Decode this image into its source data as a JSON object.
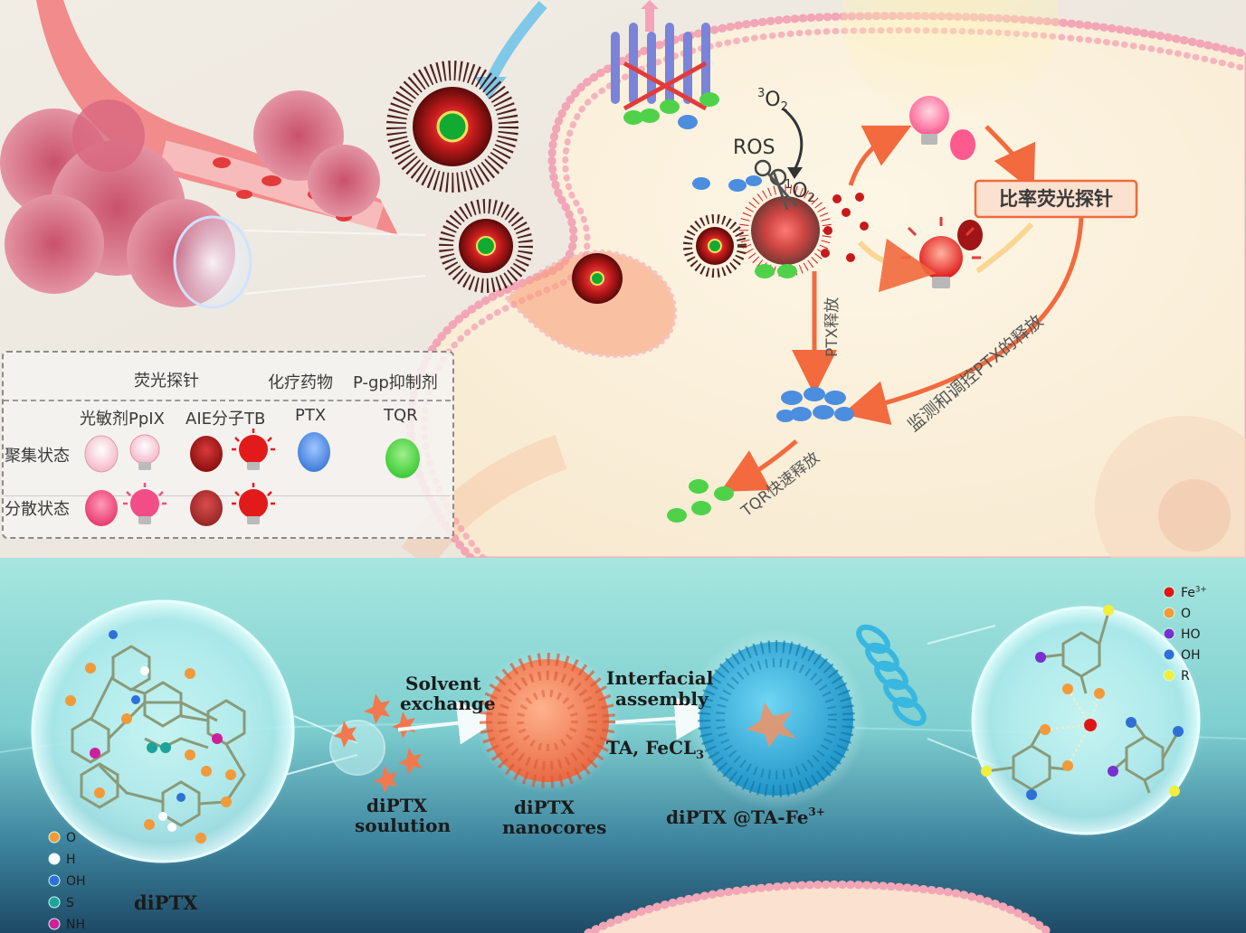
{
  "top": {
    "legend": {
      "header_probe": "荧光探针",
      "header_chemo": "化疗药物",
      "header_pgp": "P-gp抑制剂",
      "col_ppix": "光敏剂PpIX",
      "col_aie": "AIE分子TB",
      "col_ptx": "PTX",
      "col_tqr": "TQR",
      "row_aggregated": "聚集状态",
      "row_dispersed": "分散状态"
    },
    "labels": {
      "o2_triplet": "3O2",
      "o2_triplet_sup": "3",
      "o2_triplet_base": "O",
      "o2_triplet_sub": "2",
      "ros": "ROS",
      "o2_singlet_sup": "1",
      "o2_singlet_base": "O",
      "o2_singlet_sub": "2",
      "ratio_probe": "比率荧光探针",
      "ptx_release": "PTX释放",
      "monitor": "监测和调控PTX的释放",
      "tqr_release": "TQR快速释放"
    }
  },
  "bottom": {
    "diptx_label": "diPTX",
    "legend_left": [
      {
        "label": "O",
        "color": "#f29a3a"
      },
      {
        "label": "H",
        "color": "#ffffff"
      },
      {
        "label": "OH",
        "color": "#2f6fd6"
      },
      {
        "label": "S",
        "color": "#1ea39a"
      },
      {
        "label": "NH",
        "color": "#d01f9a"
      }
    ],
    "legend_right": [
      {
        "label": "Fe",
        "sup": "3+",
        "color": "#e01616"
      },
      {
        "label": "O",
        "color": "#f29a3a"
      },
      {
        "label": "HO",
        "color": "#7a2fd0"
      },
      {
        "label": "OH",
        "color": "#2f6fd6"
      },
      {
        "label": "R",
        "color": "#f2ee3a"
      }
    ],
    "solvent_exchange_1": "Solvent",
    "solvent_exchange_2": "exchange",
    "interfacial_1": "Interfacial",
    "interfacial_2": "assembly",
    "ta_fecl": "TA, FeCL",
    "ta_fecl_sub": "3",
    "solution_1": "diPTX",
    "solution_2": "soulution",
    "nanocores_1": "diPTX",
    "nanocores_2": "nanocores",
    "final_label": "diPTX @TA-Fe",
    "final_sup": "3+"
  },
  "colors": {
    "top_bg": "#f3eee6",
    "cell_fill": "#fbf0dc",
    "membrane_bead": "#f2a6b6",
    "bottom_bg_top": "#9fe3dc",
    "bottom_bg_bottom": "#1d4a66",
    "arrow_orange": "#f26a3d",
    "nano_core": "#f08a64",
    "shell_blue": "#38b7e0",
    "ptx_blue": "#4b8ee0",
    "tqr_green": "#4fd24a"
  }
}
